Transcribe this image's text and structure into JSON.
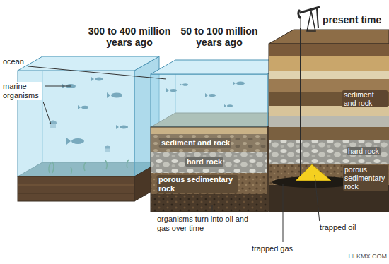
{
  "diagram": {
    "labels": [
      "300 to 400 million years ago",
      "50 to 100 million years ago",
      "present time",
      "ocean",
      "marine organisms",
      "sediment and rock",
      "hard rock",
      "porous sedimentary rock",
      "organisms turn into oil and gas over time",
      "sediment and rock",
      "hard rock",
      "porous sedimentary rock",
      "trapped oil",
      "trapped gas",
      "HLKMX.COM"
    ]
  }
}
